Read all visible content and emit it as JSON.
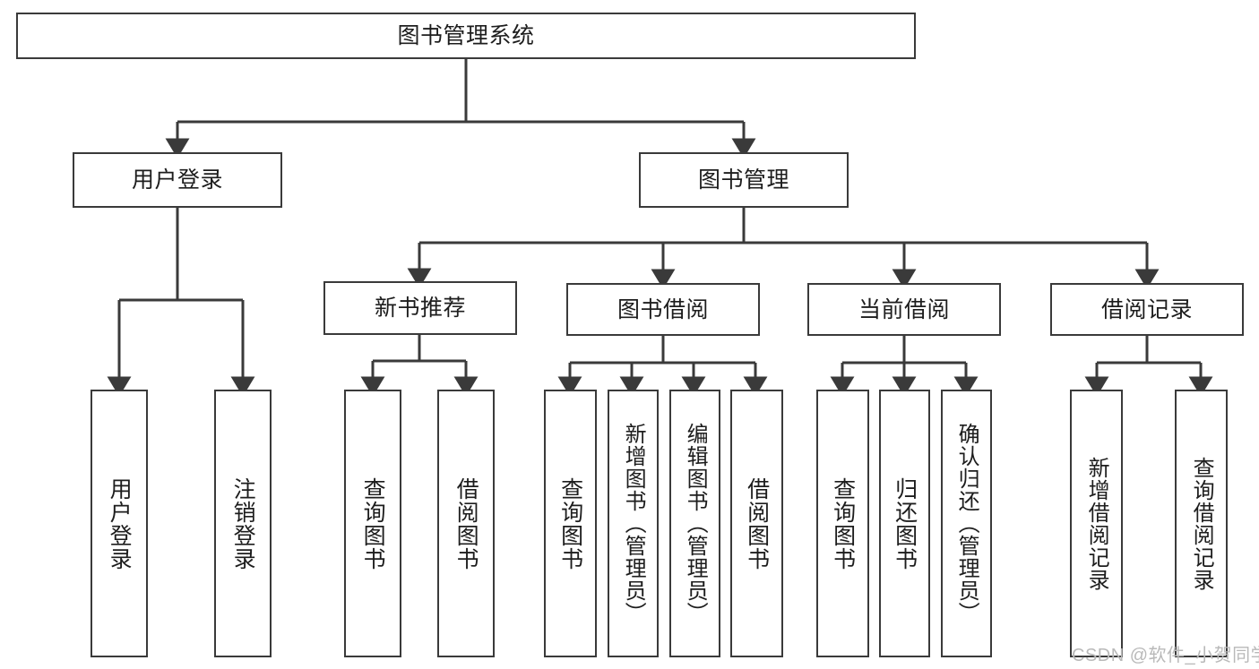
{
  "diagram": {
    "title": "图书管理系统",
    "watermark": "CSDN @软件_小贺同学",
    "stroke_color": "#3a3a3a",
    "background_color": "#ffffff",
    "text_color": "#1d1d1d",
    "watermark_color": "#b9b9b9"
  },
  "nodes": {
    "root": {
      "label": "图书管理系统"
    },
    "level2": [
      {
        "id": "user-login",
        "label": "用户登录"
      },
      {
        "id": "book-manage",
        "label": "图书管理"
      }
    ],
    "level3": [
      {
        "id": "new-book-recommend",
        "label": "新书推荐"
      },
      {
        "id": "book-borrow",
        "label": "图书借阅"
      },
      {
        "id": "current-borrow",
        "label": "当前借阅"
      },
      {
        "id": "borrow-record",
        "label": "借阅记录"
      }
    ],
    "leaves": {
      "user_login": [
        {
          "id": "leaf-user-login",
          "label": "用户登录"
        },
        {
          "id": "leaf-logout",
          "label": "注销登录"
        }
      ],
      "new_book_recommend": [
        {
          "id": "leaf-query-book-1",
          "label": "查询图书"
        },
        {
          "id": "leaf-borrow-book-1",
          "label": "借阅图书"
        }
      ],
      "book_borrow": [
        {
          "id": "leaf-query-book-2",
          "label": "查询图书"
        },
        {
          "id": "leaf-add-book",
          "label": "新增图书（管理员）"
        },
        {
          "id": "leaf-edit-book",
          "label": "编辑图书（管理员）"
        },
        {
          "id": "leaf-borrow-book-2",
          "label": "借阅图书"
        }
      ],
      "current_borrow": [
        {
          "id": "leaf-query-book-3",
          "label": "查询图书"
        },
        {
          "id": "leaf-return-book",
          "label": "归还图书"
        },
        {
          "id": "leaf-confirm-return",
          "label": "确认归还（管理员）"
        }
      ],
      "borrow_record": [
        {
          "id": "leaf-add-record",
          "label": "新增借阅记录"
        },
        {
          "id": "leaf-query-record",
          "label": "查询借阅记录"
        }
      ]
    }
  }
}
